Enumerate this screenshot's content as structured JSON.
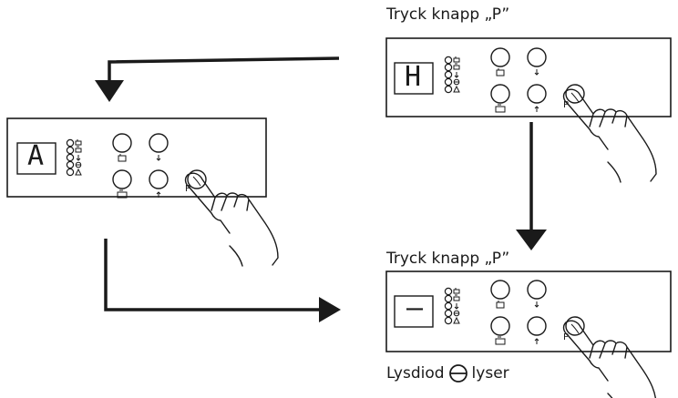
{
  "steps": [
    {
      "instruction": "Tryck knapp „P”",
      "display": "H"
    },
    {
      "instruction": "Tryck knapp „P”",
      "display": "–"
    }
  ],
  "start_panel": {
    "display": "A"
  },
  "button_label": "P",
  "result_caption": {
    "prefix": "Lysdiod",
    "suffix": "lyser",
    "icon": "minus-circle-icon"
  },
  "colors": {
    "ink": "#1a1a1a",
    "paper": "#ffffff"
  }
}
